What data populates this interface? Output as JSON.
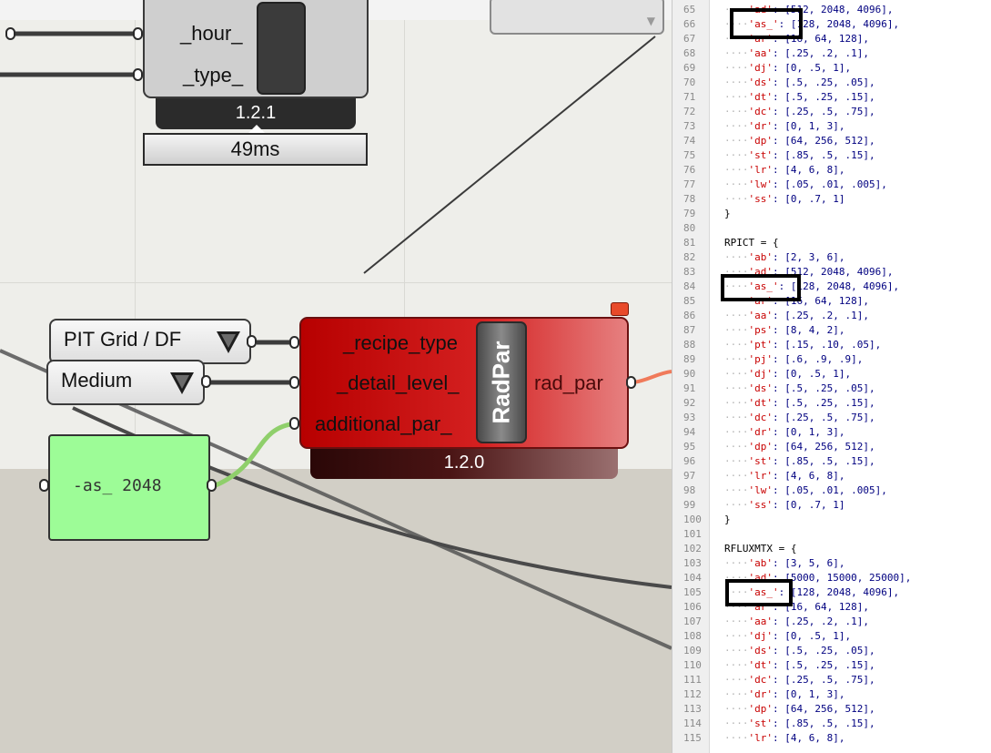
{
  "canvas": {
    "top_comp_inputs": [
      "_hour_",
      "_type_"
    ],
    "top_comp_version": "1.2.1",
    "timer_label": "49ms",
    "dropdown_recipe": "PIT Grid / DF",
    "dropdown_detail": "Medium",
    "panel_text": "-as_ 2048",
    "radpar": {
      "title": "RadPar",
      "inputs": [
        "_recipe_type",
        "_detail_level_",
        "additional_par_"
      ],
      "output": "rad_par",
      "version": "1.2.0"
    }
  },
  "editor": {
    "lines": [
      {
        "n": "65",
        "dots": "····",
        "key": "'ad'",
        "rest": ": [512, 2048, 4096],"
      },
      {
        "n": "66",
        "dots": "····",
        "key": "'as_'",
        "rest": ": [128, 2048, 4096],"
      },
      {
        "n": "67",
        "dots": "····",
        "key": "'ar'",
        "rest": ": [16, 64, 128],"
      },
      {
        "n": "68",
        "dots": "····",
        "key": "'aa'",
        "rest": ": [.25, .2, .1],"
      },
      {
        "n": "69",
        "dots": "····",
        "key": "'dj'",
        "rest": ": [0, .5, 1],"
      },
      {
        "n": "70",
        "dots": "····",
        "key": "'ds'",
        "rest": ": [.5, .25, .05],"
      },
      {
        "n": "71",
        "dots": "····",
        "key": "'dt'",
        "rest": ": [.5, .25, .15],"
      },
      {
        "n": "72",
        "dots": "····",
        "key": "'dc'",
        "rest": ": [.25, .5, .75],"
      },
      {
        "n": "73",
        "dots": "····",
        "key": "'dr'",
        "rest": ": [0, 1, 3],"
      },
      {
        "n": "74",
        "dots": "····",
        "key": "'dp'",
        "rest": ": [64, 256, 512],"
      },
      {
        "n": "75",
        "dots": "····",
        "key": "'st'",
        "rest": ": [.85, .5, .15],"
      },
      {
        "n": "76",
        "dots": "····",
        "key": "'lr'",
        "rest": ": [4, 6, 8],"
      },
      {
        "n": "77",
        "dots": "····",
        "key": "'lw'",
        "rest": ": [.05, .01, .005],"
      },
      {
        "n": "78",
        "dots": "····",
        "key": "'ss'",
        "rest": ": [0, .7, 1]"
      },
      {
        "n": "79",
        "plain": "}"
      },
      {
        "n": "80",
        "plain": ""
      },
      {
        "n": "81",
        "plain": "RPICT = {"
      },
      {
        "n": "82",
        "dots": "····",
        "key": "'ab'",
        "rest": ": [2, 3, 6],"
      },
      {
        "n": "83",
        "dots": "····",
        "key": "'ad'",
        "rest": ": [512, 2048, 4096],"
      },
      {
        "n": "84",
        "dots": "····",
        "key": "'as_'",
        "rest": ": [128, 2048, 4096],"
      },
      {
        "n": "85",
        "dots": "····",
        "key": "'ar'",
        "rest": ": [16, 64, 128],"
      },
      {
        "n": "86",
        "dots": "····",
        "key": "'aa'",
        "rest": ": [.25, .2, .1],"
      },
      {
        "n": "87",
        "dots": "····",
        "key": "'ps'",
        "rest": ": [8, 4, 2],"
      },
      {
        "n": "88",
        "dots": "····",
        "key": "'pt'",
        "rest": ": [.15, .10, .05],"
      },
      {
        "n": "89",
        "dots": "····",
        "key": "'pj'",
        "rest": ": [.6, .9, .9],"
      },
      {
        "n": "90",
        "dots": "····",
        "key": "'dj'",
        "rest": ": [0, .5, 1],"
      },
      {
        "n": "91",
        "dots": "····",
        "key": "'ds'",
        "rest": ": [.5, .25, .05],"
      },
      {
        "n": "92",
        "dots": "····",
        "key": "'dt'",
        "rest": ": [.5, .25, .15],"
      },
      {
        "n": "93",
        "dots": "····",
        "key": "'dc'",
        "rest": ": [.25, .5, .75],"
      },
      {
        "n": "94",
        "dots": "····",
        "key": "'dr'",
        "rest": ": [0, 1, 3],"
      },
      {
        "n": "95",
        "dots": "····",
        "key": "'dp'",
        "rest": ": [64, 256, 512],"
      },
      {
        "n": "96",
        "dots": "····",
        "key": "'st'",
        "rest": ": [.85, .5, .15],"
      },
      {
        "n": "97",
        "dots": "····",
        "key": "'lr'",
        "rest": ": [4, 6, 8],"
      },
      {
        "n": "98",
        "dots": "····",
        "key": "'lw'",
        "rest": ": [.05, .01, .005],"
      },
      {
        "n": "99",
        "dots": "····",
        "key": "'ss'",
        "rest": ": [0, .7, 1]"
      },
      {
        "n": "100",
        "plain": "}"
      },
      {
        "n": "101",
        "plain": ""
      },
      {
        "n": "102",
        "plain": "RFLUXMTX = {"
      },
      {
        "n": "103",
        "dots": "····",
        "key": "'ab'",
        "rest": ": [3, 5, 6],"
      },
      {
        "n": "104",
        "dots": "····",
        "key": "'ad'",
        "rest": ": [5000, 15000, 25000],"
      },
      {
        "n": "105",
        "dots": "····",
        "key": "'as_'",
        "rest": ": [128, 2048, 4096],"
      },
      {
        "n": "106",
        "dots": "····",
        "key": "'ar'",
        "rest": ": [16, 64, 128],"
      },
      {
        "n": "107",
        "dots": "····",
        "key": "'aa'",
        "rest": ": [.25, .2, .1],"
      },
      {
        "n": "108",
        "dots": "····",
        "key": "'dj'",
        "rest": ": [0, .5, 1],"
      },
      {
        "n": "109",
        "dots": "····",
        "key": "'ds'",
        "rest": ": [.5, .25, .05],"
      },
      {
        "n": "110",
        "dots": "····",
        "key": "'dt'",
        "rest": ": [.5, .25, .15],"
      },
      {
        "n": "111",
        "dots": "····",
        "key": "'dc'",
        "rest": ": [.25, .5, .75],"
      },
      {
        "n": "112",
        "dots": "····",
        "key": "'dr'",
        "rest": ": [0, 1, 3],"
      },
      {
        "n": "113",
        "dots": "····",
        "key": "'dp'",
        "rest": ": [64, 256, 512],"
      },
      {
        "n": "114",
        "dots": "····",
        "key": "'st'",
        "rest": ": [.85, .5, .15],"
      },
      {
        "n": "115",
        "dots": "····",
        "key": "'lr'",
        "rest": ": [4, 6, 8],"
      }
    ]
  }
}
